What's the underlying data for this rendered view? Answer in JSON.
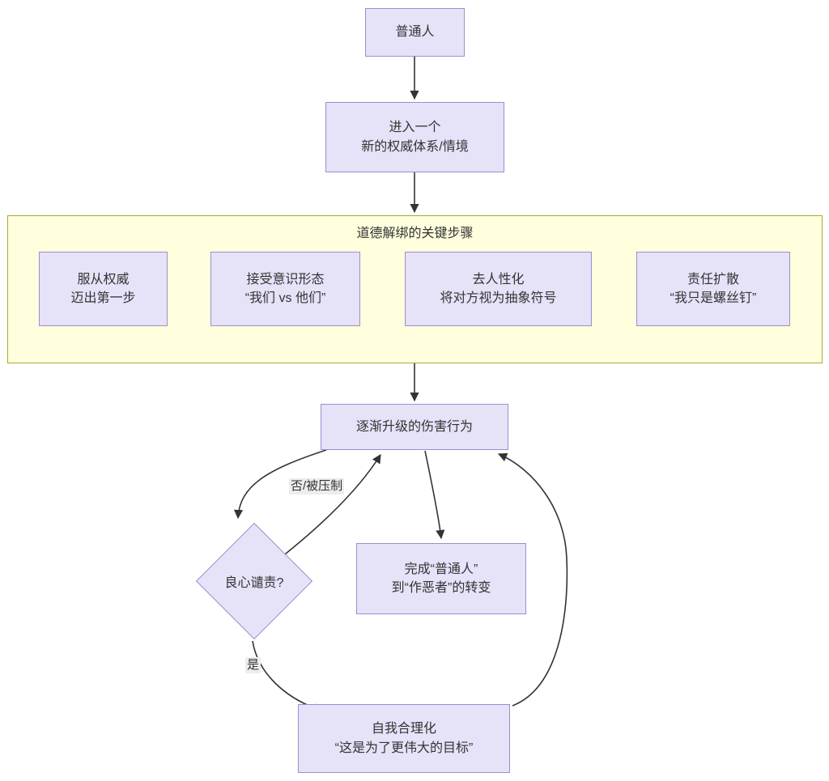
{
  "diagram": {
    "type": "flowchart",
    "direction": "top-down",
    "title": "",
    "colors": {
      "node_fill": "#E6E2F8",
      "node_stroke": "#9B8FCE",
      "cluster_fill": "#FFFFDE",
      "cluster_stroke": "#AAAA33",
      "edge_stroke": "#333333",
      "text": "#333333",
      "edge_label_bg": "#EDEDED",
      "background": "#FFFFFF"
    },
    "nodes": [
      {
        "id": "ordinary",
        "shape": "rect",
        "label": "普通人"
      },
      {
        "id": "enter",
        "shape": "rect",
        "label": "进入一个\n新的权威体系/情境"
      },
      {
        "id": "obey",
        "shape": "rect",
        "label": "服从权威\n迈出第一步"
      },
      {
        "id": "ideology",
        "shape": "rect",
        "label": "接受意识形态\n“我们 vs 他们”"
      },
      {
        "id": "dehumanize",
        "shape": "rect",
        "label": "去人性化\n将对方视为抽象符号"
      },
      {
        "id": "diffusion",
        "shape": "rect",
        "label": "责任扩散\n“我只是螺丝钉”"
      },
      {
        "id": "escalate",
        "shape": "rect",
        "label": "逐渐升级的伤害行为"
      },
      {
        "id": "conscience",
        "shape": "diamond",
        "label": "良心谴责?"
      },
      {
        "id": "transform",
        "shape": "rect",
        "label": "完成“普通人”\n到“作恶者”的转变"
      },
      {
        "id": "rationalize",
        "shape": "rect",
        "label": "自我合理化\n“这是为了更伟大的目标”"
      }
    ],
    "clusters": [
      {
        "id": "key-steps",
        "title": "道德解绑的关键步骤",
        "members": [
          "obey",
          "ideology",
          "dehumanize",
          "diffusion"
        ]
      }
    ],
    "edges": [
      {
        "from": "ordinary",
        "to": "enter",
        "label": ""
      },
      {
        "from": "enter",
        "to": "key-steps",
        "label": ""
      },
      {
        "from": "key-steps",
        "to": "escalate",
        "label": ""
      },
      {
        "from": "escalate",
        "to": "conscience",
        "label": ""
      },
      {
        "from": "conscience",
        "to": "escalate",
        "label": "否/被压制"
      },
      {
        "from": "conscience",
        "to": "rationalize",
        "label": "是"
      },
      {
        "from": "rationalize",
        "to": "escalate",
        "label": ""
      },
      {
        "from": "escalate",
        "to": "transform",
        "label": ""
      }
    ]
  }
}
